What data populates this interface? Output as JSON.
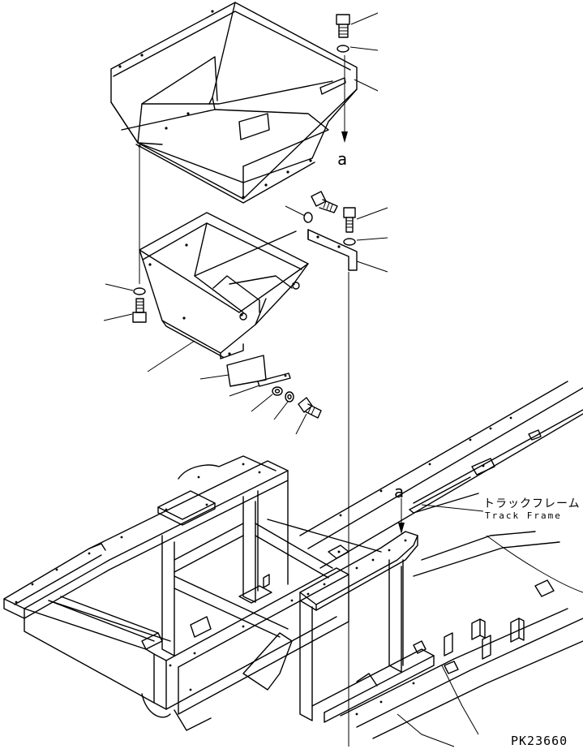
{
  "callouts": {
    "a_top": "a",
    "a_frame": "a"
  },
  "track_frame": {
    "japanese": "トラックフレーム",
    "english": "Track Frame"
  },
  "drawing_code": "PK23660"
}
